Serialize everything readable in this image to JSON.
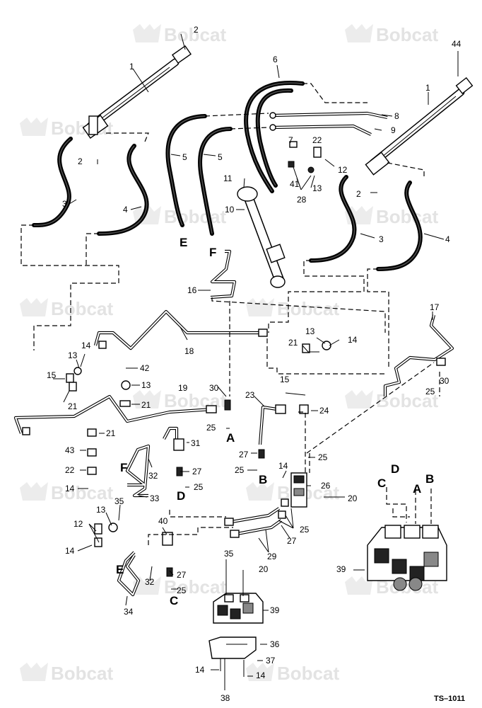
{
  "watermark": "Bobcat",
  "drawing_code": "TS–1011",
  "callouts": [
    {
      "id": "c1a",
      "text": "1"
    },
    {
      "id": "c2a",
      "text": "2"
    },
    {
      "id": "c2b",
      "text": "2"
    },
    {
      "id": "c3a",
      "text": "3"
    },
    {
      "id": "c4a",
      "text": "4"
    },
    {
      "id": "c5a",
      "text": "5"
    },
    {
      "id": "c5b",
      "text": "5"
    },
    {
      "id": "c6",
      "text": "6"
    },
    {
      "id": "c7",
      "text": "7"
    },
    {
      "id": "c8",
      "text": "8"
    },
    {
      "id": "c9",
      "text": "9"
    },
    {
      "id": "c44",
      "text": "44"
    },
    {
      "id": "c1b",
      "text": "1"
    },
    {
      "id": "c22a",
      "text": "22"
    },
    {
      "id": "c12a",
      "text": "12"
    },
    {
      "id": "c11",
      "text": "11"
    },
    {
      "id": "c10",
      "text": "10"
    },
    {
      "id": "c41",
      "text": "41"
    },
    {
      "id": "c28",
      "text": "28"
    },
    {
      "id": "c13a",
      "text": "13"
    },
    {
      "id": "c2c",
      "text": "2"
    },
    {
      "id": "c3b",
      "text": "3"
    },
    {
      "id": "c4b",
      "text": "4"
    },
    {
      "id": "c16",
      "text": "16"
    },
    {
      "id": "c17",
      "text": "17"
    },
    {
      "id": "c14a",
      "text": "14"
    },
    {
      "id": "c18",
      "text": "18"
    },
    {
      "id": "c13b",
      "text": "13"
    },
    {
      "id": "c21a",
      "text": "21"
    },
    {
      "id": "c14b",
      "text": "14"
    },
    {
      "id": "c13c",
      "text": "13"
    },
    {
      "id": "c15a",
      "text": "15"
    },
    {
      "id": "c21b",
      "text": "21"
    },
    {
      "id": "c42",
      "text": "42"
    },
    {
      "id": "c13d",
      "text": "13"
    },
    {
      "id": "c21c",
      "text": "21"
    },
    {
      "id": "c15b",
      "text": "15"
    },
    {
      "id": "c25a",
      "text": "25"
    },
    {
      "id": "c30a",
      "text": "30"
    },
    {
      "id": "c19",
      "text": "19"
    },
    {
      "id": "c30b",
      "text": "30"
    },
    {
      "id": "c23",
      "text": "23"
    },
    {
      "id": "c24",
      "text": "24"
    },
    {
      "id": "c25b",
      "text": "25"
    },
    {
      "id": "c21d",
      "text": "21"
    },
    {
      "id": "c31",
      "text": "31"
    },
    {
      "id": "c43",
      "text": "43"
    },
    {
      "id": "c27a",
      "text": "27"
    },
    {
      "id": "c25c",
      "text": "25"
    },
    {
      "id": "c25d",
      "text": "25"
    },
    {
      "id": "c22b",
      "text": "22"
    },
    {
      "id": "c32a",
      "text": "32"
    },
    {
      "id": "c27b",
      "text": "27"
    },
    {
      "id": "c25e",
      "text": "25"
    },
    {
      "id": "c14c",
      "text": "14"
    },
    {
      "id": "c33",
      "text": "33"
    },
    {
      "id": "c14d",
      "text": "14"
    },
    {
      "id": "c26",
      "text": "26"
    },
    {
      "id": "c20a",
      "text": "20"
    },
    {
      "id": "c35a",
      "text": "35"
    },
    {
      "id": "c13e",
      "text": "13"
    },
    {
      "id": "c12b",
      "text": "12"
    },
    {
      "id": "c25f",
      "text": "25"
    },
    {
      "id": "c27c",
      "text": "27"
    },
    {
      "id": "c14e",
      "text": "14"
    },
    {
      "id": "c40",
      "text": "40"
    },
    {
      "id": "c29",
      "text": "29"
    },
    {
      "id": "c35b",
      "text": "35"
    },
    {
      "id": "c20b",
      "text": "20"
    },
    {
      "id": "c39a",
      "text": "39"
    },
    {
      "id": "c27d",
      "text": "27"
    },
    {
      "id": "c32b",
      "text": "32"
    },
    {
      "id": "c25g",
      "text": "25"
    },
    {
      "id": "c34",
      "text": "34"
    },
    {
      "id": "c39b",
      "text": "39"
    },
    {
      "id": "c36",
      "text": "36"
    },
    {
      "id": "c37",
      "text": "37"
    },
    {
      "id": "c14f",
      "text": "14"
    },
    {
      "id": "c14g",
      "text": "14"
    },
    {
      "id": "c38",
      "text": "38"
    }
  ],
  "connection_letters": [
    {
      "id": "lE1",
      "text": "E"
    },
    {
      "id": "lF1",
      "text": "F"
    },
    {
      "id": "lA1",
      "text": "A"
    },
    {
      "id": "lB1",
      "text": "B"
    },
    {
      "id": "lF2",
      "text": "F"
    },
    {
      "id": "lD1",
      "text": "D"
    },
    {
      "id": "lE2",
      "text": "E"
    },
    {
      "id": "lC1",
      "text": "C"
    },
    {
      "id": "lC2",
      "text": "C"
    },
    {
      "id": "lD2",
      "text": "D"
    },
    {
      "id": "lA2",
      "text": "A"
    },
    {
      "id": "lB2",
      "text": "B"
    }
  ]
}
